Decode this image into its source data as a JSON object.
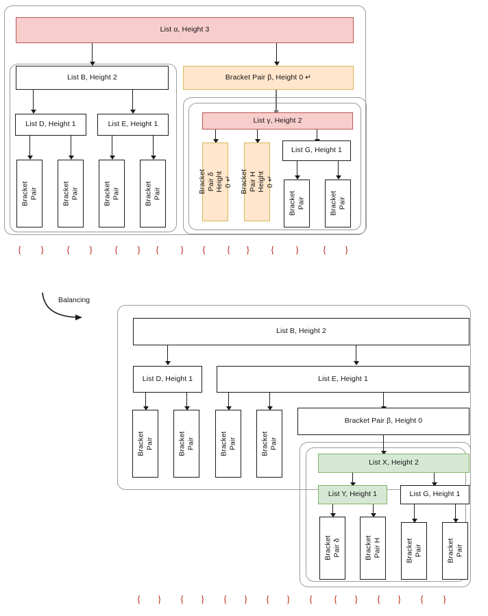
{
  "diagram": {
    "title": "Balanced bracket-pair list tree before and after balancing",
    "transition_label": "Balancing",
    "colors": {
      "pink_fill": "#f8cecc",
      "pink_stroke": "#b85450",
      "yellow_fill": "#ffe6cc",
      "yellow_stroke": "#d6b656",
      "green_fill": "#d5e8d4",
      "green_stroke": "#82b366",
      "plain_fill": "#ffffff",
      "plain_stroke": "#1a1a1a",
      "group_stroke": "#9a9a9a",
      "bracket_color": "#c0392b",
      "grey_edge": "#6f6f6f"
    },
    "bracket_glyphs": {
      "open": "{",
      "close": "}"
    }
  },
  "top": {
    "nodes": {
      "list_alpha": "List α, Height 3",
      "list_b": "List B, Height 2",
      "bracket_pair_beta": "Bracket Pair β, Height 0 ↵",
      "list_d": "List D, Height 1",
      "list_e": "List E, Height 1",
      "list_gamma": "List γ, Height 2",
      "bracket_pair_delta": "Bracket Pair δ\nHeight 0 ↵",
      "bracket_pair_h": "Bracket Pair H\nHeight 0 ↵",
      "list_g": "List G, Height 1",
      "leaf_1": "Bracket Pair",
      "leaf_2": "Bracket Pair",
      "leaf_3": "Bracket Pair",
      "leaf_4": "Bracket Pair",
      "leaf_5": "Bracket Pair",
      "leaf_6": "Bracket Pair"
    },
    "brackets": [
      "{",
      "}",
      "{",
      "}",
      "{",
      "}",
      "{",
      "}",
      "{",
      "{",
      "}",
      "{",
      "}",
      "{",
      "}"
    ]
  },
  "bottom": {
    "nodes": {
      "list_b": "List B, Height 2",
      "list_d": "List D, Height 1",
      "list_e": "List E, Height 1",
      "bracket_pair_beta": "Bracket Pair β, Height 0",
      "list_x": "List X, Height 2",
      "list_y": "List Y, Height 1",
      "list_g": "List G, Height 1",
      "leaf_1": "Bracket Pair",
      "leaf_2": "Bracket Pair",
      "leaf_3": "Bracket Pair",
      "leaf_4": "Bracket Pair",
      "leaf_delta": "Bracket Pair δ",
      "leaf_h": "Bracket Pair H",
      "leaf_5": "Bracket Pair",
      "leaf_6": "Bracket Pair"
    },
    "brackets": [
      "{",
      "}",
      "{",
      "}",
      "{",
      "}",
      "{",
      "}",
      "{",
      "{",
      "}",
      "{",
      "}",
      "{",
      "}"
    ]
  }
}
